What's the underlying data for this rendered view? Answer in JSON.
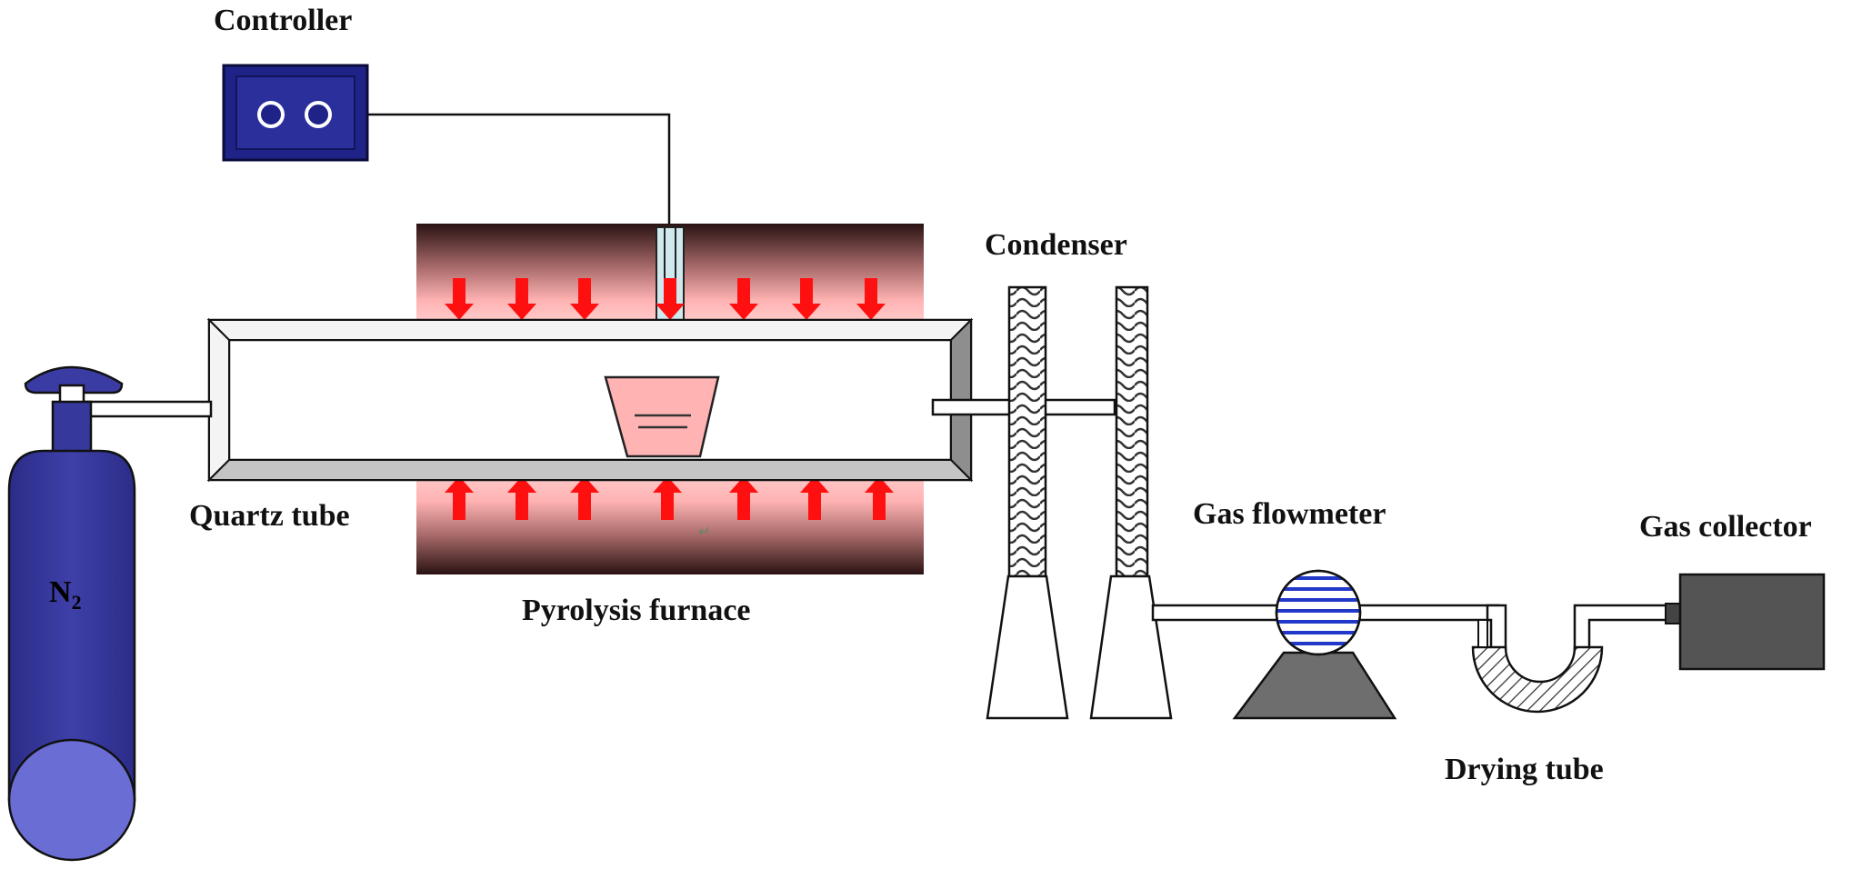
{
  "labels": {
    "controller": "Controller",
    "condenser": "Condenser",
    "quartz_tube": "Quartz  tube",
    "pyrolysis_furnace": "Pyrolysis furnace",
    "gas_flowmeter": "Gas flowmeter",
    "gas_collector": "Gas collector",
    "drying_tube": "Drying tube",
    "cylinder_main": "N",
    "cylinder_sub": "2"
  },
  "colors": {
    "cylinder": "#37389c",
    "controller": "#1f2387",
    "heat_arrow": "#ff1010",
    "furnace_light": "#ffb3b3",
    "furnace_dark": "#2a1212",
    "flowmeter_lines": "#2238c8",
    "collector": "#545454",
    "stand": "#6e6e6e"
  },
  "icons": {
    "gas_cylinder": "gas-cylinder-icon",
    "controller": "controller-box-icon",
    "furnace": "furnace-icon",
    "crucible": "crucible-icon",
    "condenser": "condenser-icon",
    "flowmeter": "flowmeter-icon",
    "drying_tube": "u-tube-icon",
    "collector": "gas-collector-icon"
  }
}
